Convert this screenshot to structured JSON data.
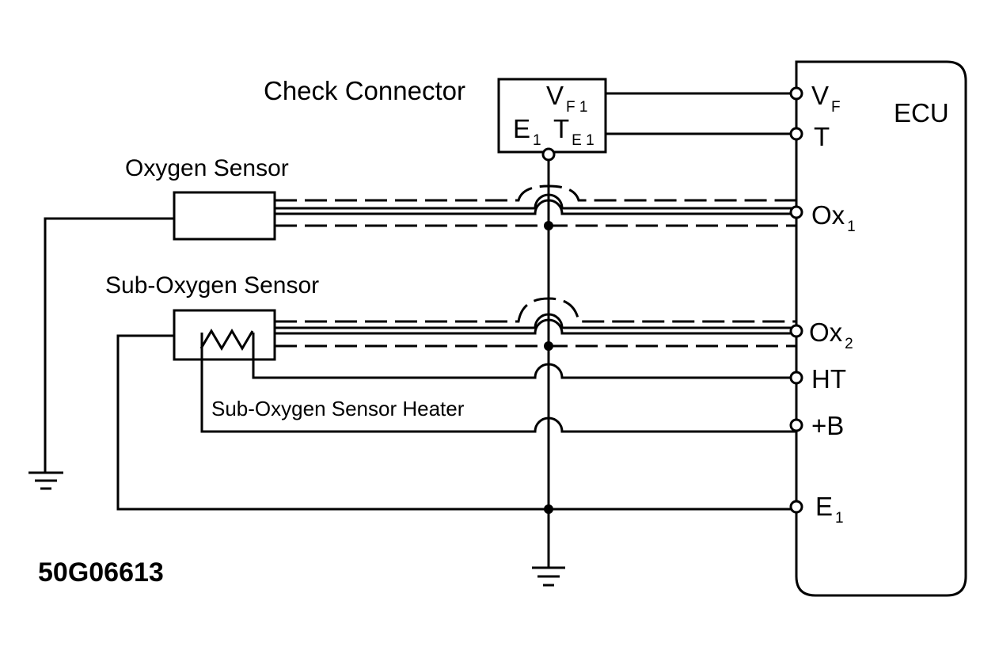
{
  "components": {
    "check_connector": "Check Connector",
    "oxygen_sensor": "Oxygen Sensor",
    "sub_oxygen_sensor": "Sub-Oxygen Sensor",
    "sub_oxygen_sensor_heater": "Sub-Oxygen Sensor Heater",
    "ecu": "ECU"
  },
  "check_connector_pins": {
    "vf1": {
      "main": "V",
      "sub": "F 1"
    },
    "e1": {
      "main": "E",
      "sub": "1"
    },
    "te1": {
      "main": "T",
      "sub": "E 1"
    }
  },
  "ecu_terminals": [
    {
      "main": "V",
      "sub": "F"
    },
    {
      "main": "T",
      "sub": ""
    },
    {
      "main": "Ox",
      "sub": "1"
    },
    {
      "main": "Ox",
      "sub": "2"
    },
    {
      "main": "HT",
      "sub": ""
    },
    {
      "main": "+B",
      "sub": ""
    },
    {
      "main": "E",
      "sub": "1"
    }
  ],
  "figure_id": "50G06613"
}
